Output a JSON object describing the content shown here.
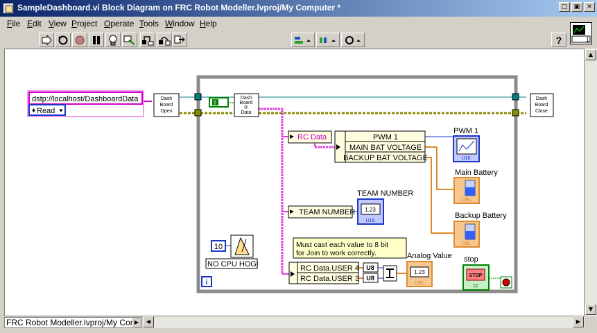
{
  "window": {
    "title": "SampleDashboard.vi Block Diagram on FRC Robot Modeller.lvproj/My Computer *"
  },
  "menu": [
    {
      "label": "File",
      "key": "F",
      "rest": "ile"
    },
    {
      "label": "Edit",
      "key": "E",
      "rest": "dit"
    },
    {
      "label": "View",
      "key": "V",
      "rest": "iew"
    },
    {
      "label": "Project",
      "key": "P",
      "rest": "roject"
    },
    {
      "label": "Operate",
      "key": "O",
      "rest": "perate"
    },
    {
      "label": "Tools",
      "key": "T",
      "rest": "ools"
    },
    {
      "label": "Window",
      "key": "W",
      "rest": "indow"
    },
    {
      "label": "Help",
      "key": "H",
      "rest": "elp"
    }
  ],
  "toolbar": {
    "font": "13pt Application Font",
    "help_label": "?"
  },
  "diagram": {
    "url_constant": "dstp://localhost/DashboardData",
    "mode": "Read",
    "dash_open": [
      "Dash",
      "Board",
      "Open"
    ],
    "dash_data": [
      "Dash",
      "Board",
      "®",
      "Data"
    ],
    "dash_close": [
      "Dash",
      "Board",
      "Close"
    ],
    "true_const": "T",
    "rc_data": "RC Data",
    "cluster_items": [
      "PWM 1",
      "MAIN BAT VOLTAGE",
      "BACKUP BAT VOLTAGE"
    ],
    "pwm_label": "PWM 1",
    "main_bat_label": "Main Battery",
    "backup_bat_label": "Backup Battery",
    "team_number_label": "TEAM NUMBER",
    "team_number_unbundle": "TEAM NUMBER",
    "wait_const": "10",
    "no_cpu_hog": "NO CPU HOG!",
    "comment": [
      "Must cast each value to 8 bit",
      "for Join to work correctly."
    ],
    "user_fields": [
      "RC Data.USER 4",
      "RC Data.USER 3"
    ],
    "u8": "U8",
    "analog_label": "Analog Value",
    "stop_label": "stop",
    "stop_button": "STOP",
    "dbl": "DBL",
    "u8_small": "U8",
    "u16": "U16",
    "tf": "TF",
    "numeric": "1.23",
    "iteration": "i"
  },
  "status": {
    "context": "FRC Robot Modeller.lvproj/My Computer"
  },
  "colors": {
    "cluster_wire": "#e03ce0",
    "string_wire": "#cc00cc",
    "error_wire": "#8a8a00",
    "refnum_wire": "#008080",
    "numeric_wire": "#1a37c9",
    "bool_wire": "#008000",
    "dbl_wire": "#e08a2c"
  }
}
